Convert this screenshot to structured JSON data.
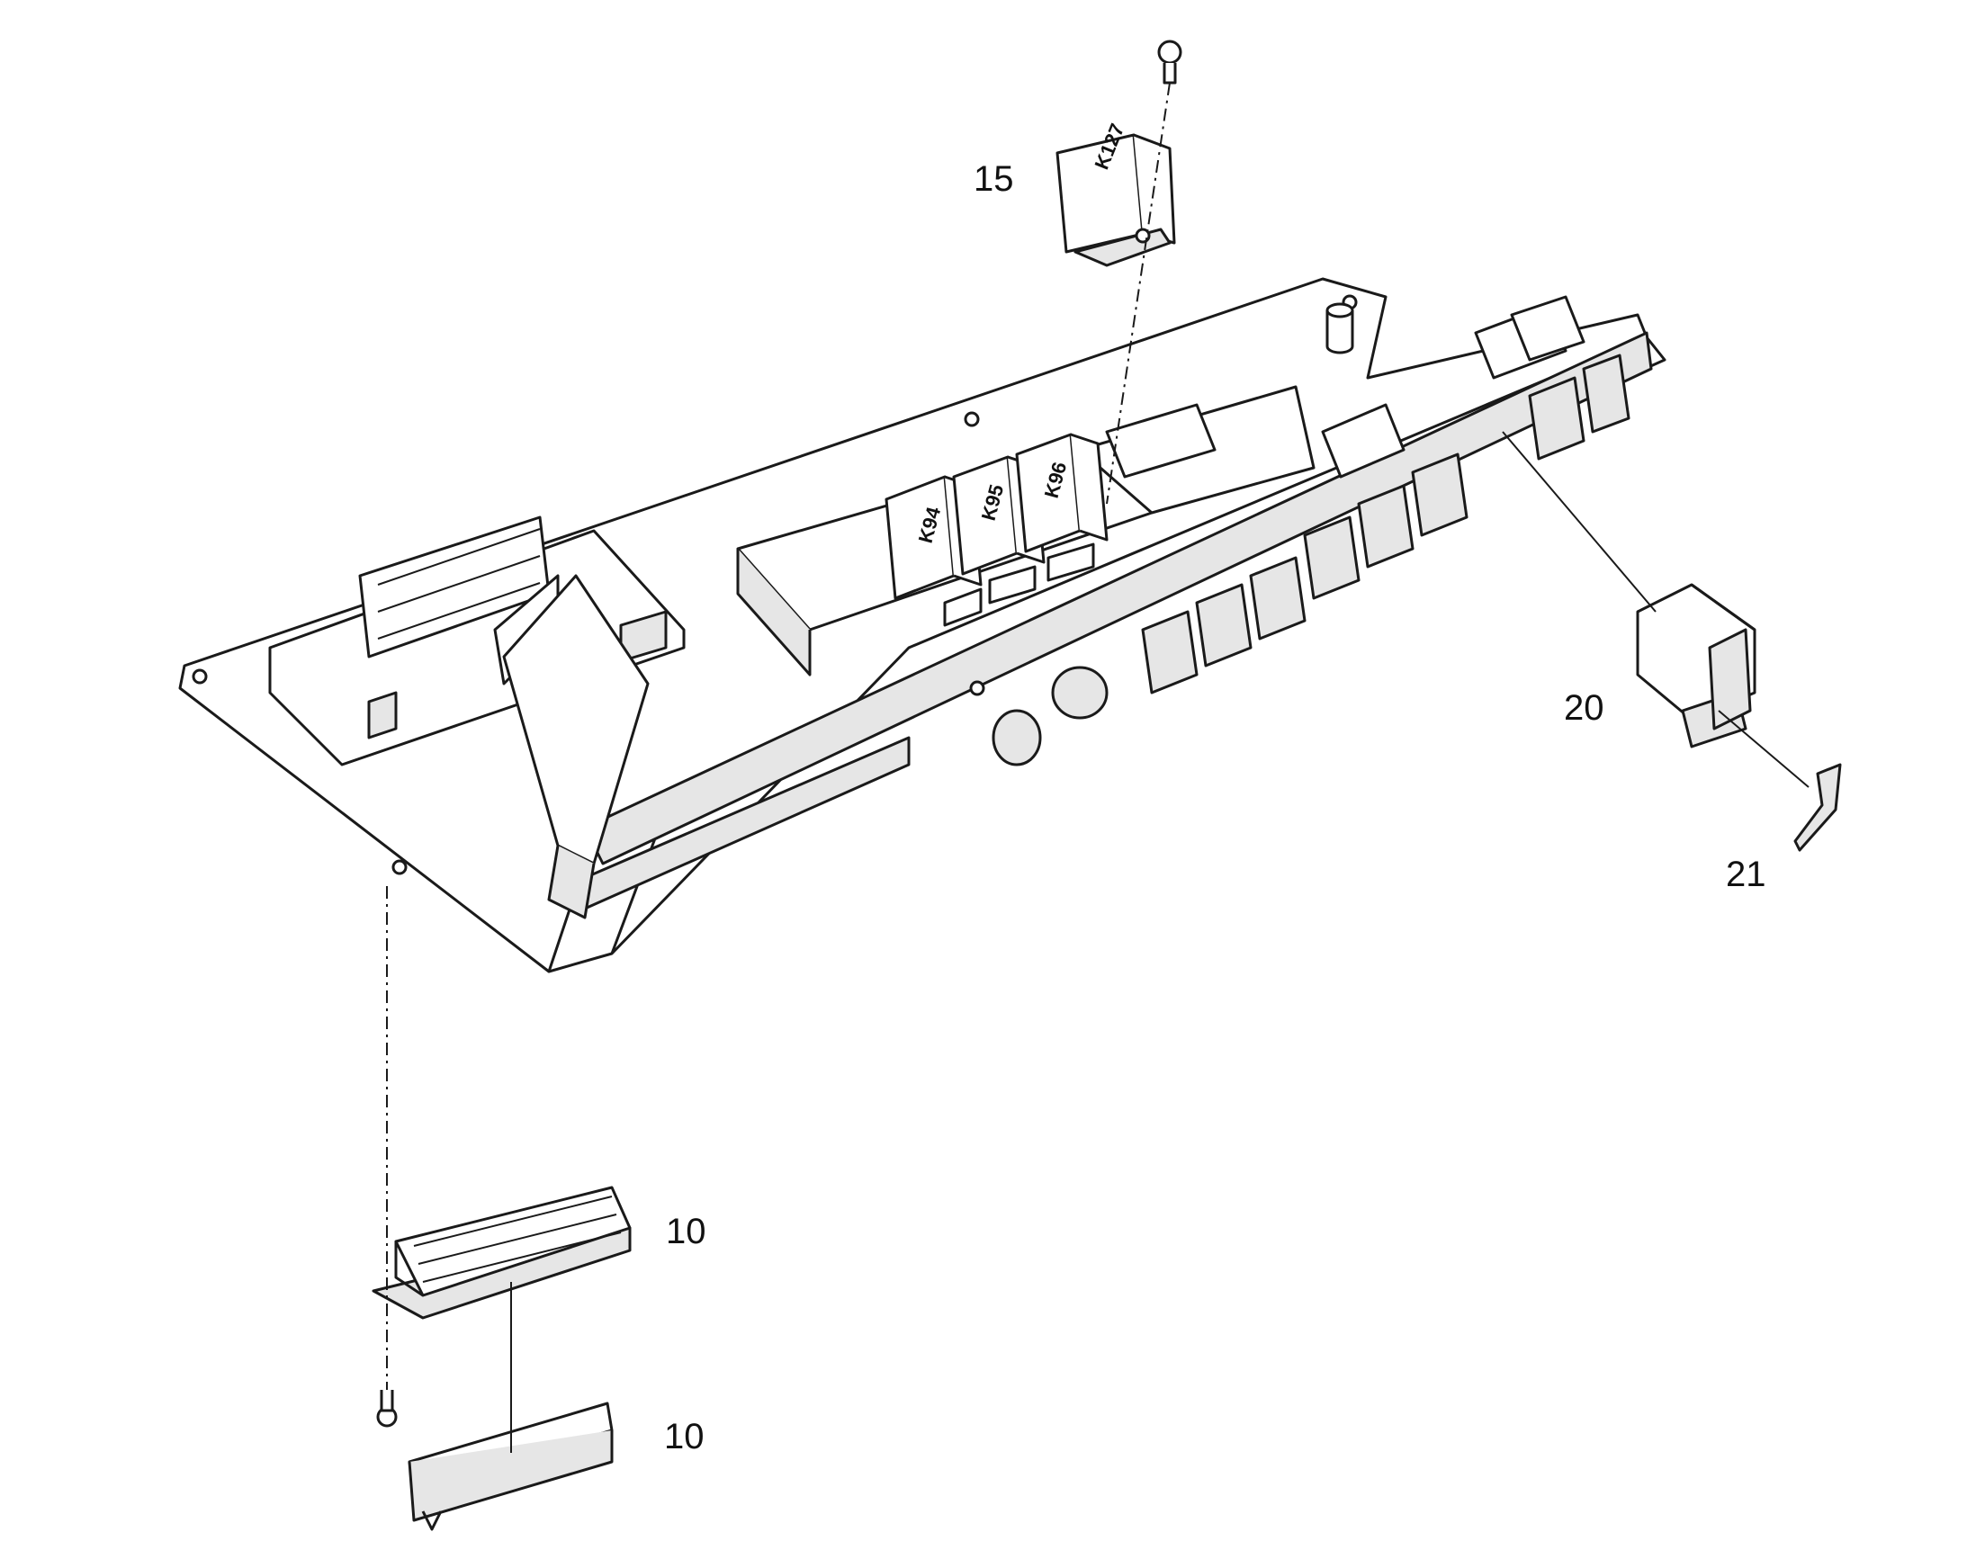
{
  "colors": {
    "line": "#1a1a1a",
    "fill": "#ffffff",
    "shade": "#e6e6e6",
    "dark": "#7a7a7a"
  },
  "callouts": {
    "relay_15": "15",
    "switch_20": "20",
    "lens_21": "21",
    "connector_10": "10",
    "cover_10": "10"
  },
  "relay_labels": {
    "k127": "K127",
    "k94": "K94",
    "k95": "K95",
    "k96": "K96"
  }
}
